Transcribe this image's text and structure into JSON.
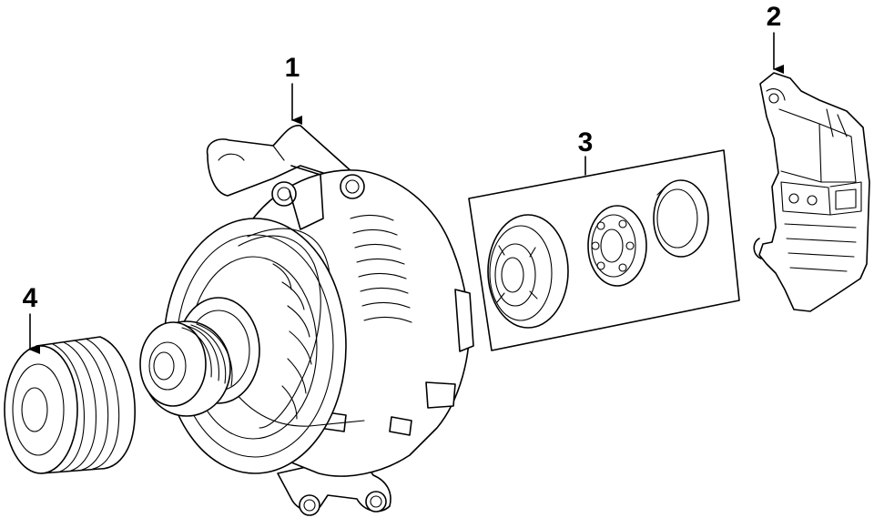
{
  "diagram": {
    "callouts": [
      {
        "id": "callout-1",
        "label": "1"
      },
      {
        "id": "callout-2",
        "label": "2"
      },
      {
        "id": "callout-3",
        "label": "3"
      },
      {
        "id": "callout-4",
        "label": "4"
      }
    ],
    "colors": {
      "line": "#000000",
      "background": "#ffffff"
    }
  }
}
